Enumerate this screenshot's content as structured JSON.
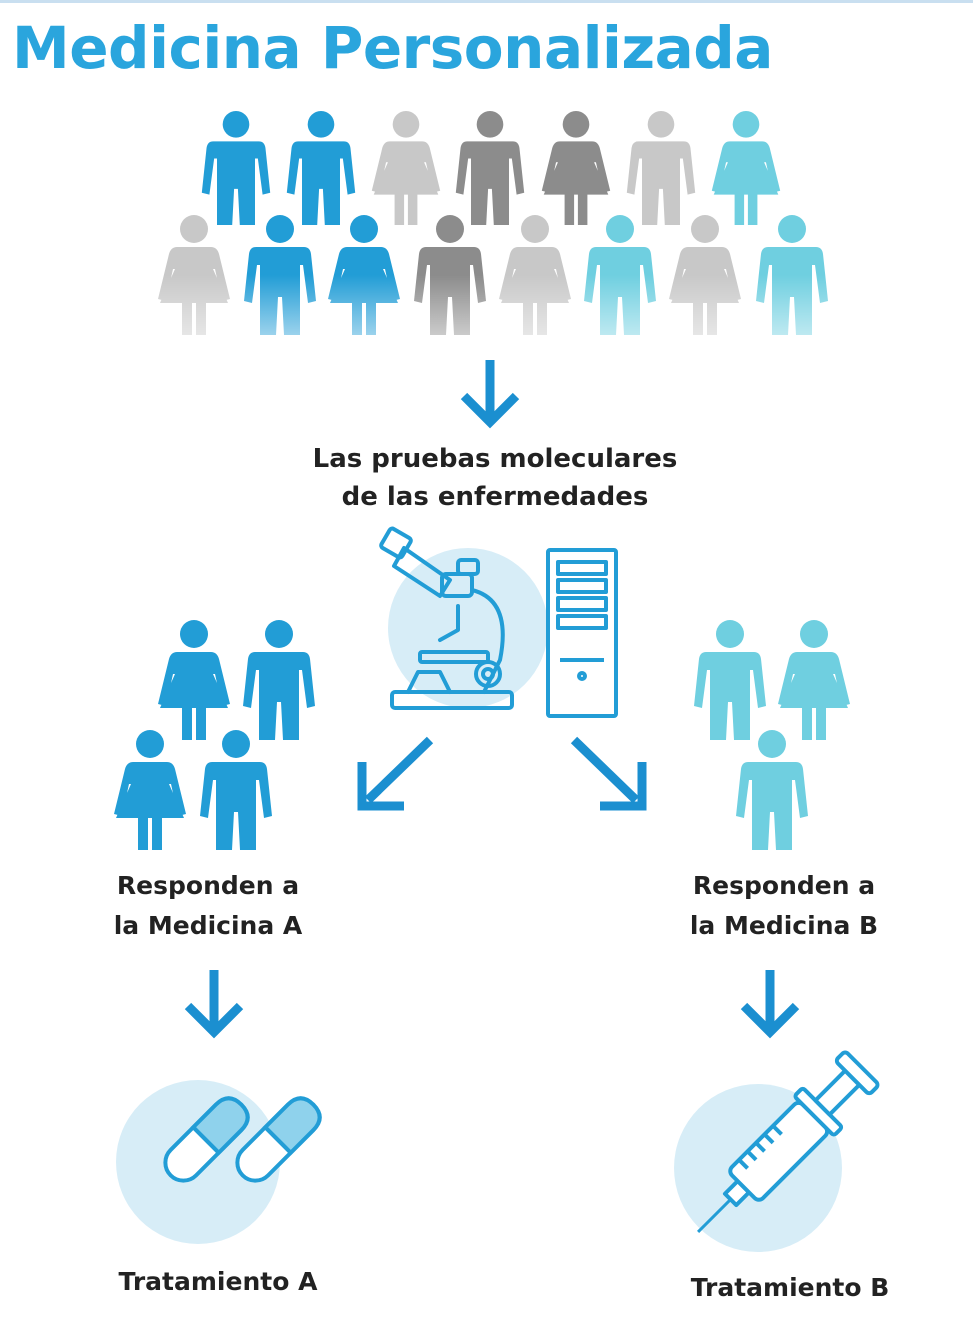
{
  "title": "Medicina Personalizada",
  "colors": {
    "title": "#2aa5dd",
    "blue": "#229dd6",
    "light_blue": "#6fcfe0",
    "gray": "#c8c8c8",
    "dark_gray": "#8c8c8c",
    "circle_bg": "#d7edf7",
    "arrow": "#1b8fd0"
  },
  "steps": {
    "tests_line1": "Las pruebas moleculares",
    "tests_line2": "de las enfermedades",
    "group_a_line1": "Responden a",
    "group_a_line2": "la Medicina A",
    "group_b_line1": "Responden a",
    "group_b_line2": "la Medicina B",
    "treatment_a": "Tratamiento A",
    "treatment_b": "Tratamiento B"
  },
  "icons": {
    "population": "people-group-icon",
    "lab": "microscope-icon",
    "computer": "computer-tower-icon",
    "medicine_a": "pills-icon",
    "medicine_b": "syringe-icon"
  }
}
